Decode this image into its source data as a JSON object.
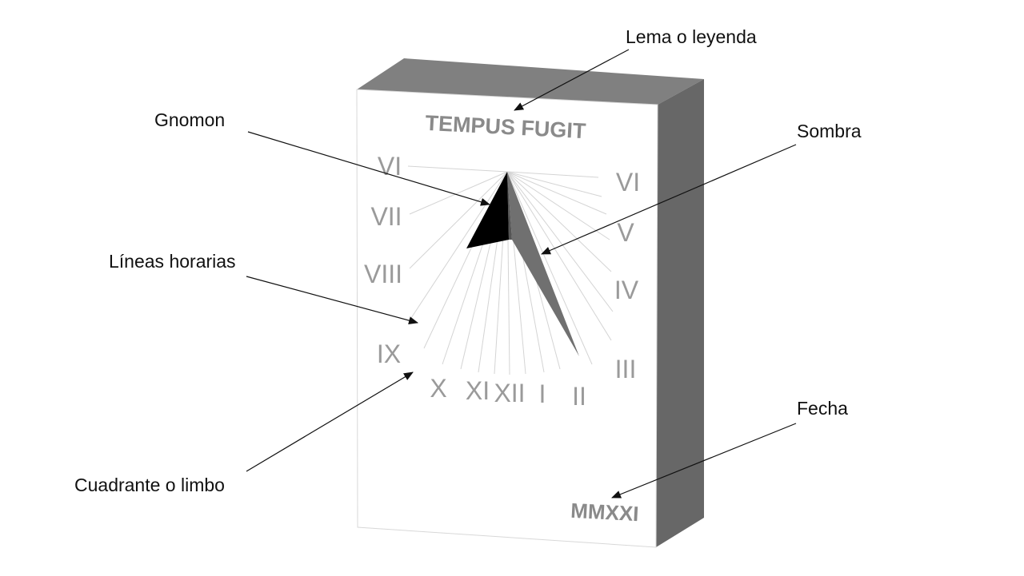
{
  "diagram": {
    "callouts": {
      "motto": "Lema o leyenda",
      "gnomon": "Gnomon",
      "shadow": "Sombra",
      "hour_lines": "Líneas horarias",
      "dial": "Cuadrante o limbo",
      "date": "Fecha"
    },
    "dial_face": {
      "motto_text": "TEMPUS FUGIT",
      "date_text": "MMXXI",
      "numerals_left": [
        "VI",
        "VII",
        "VIII",
        "IX"
      ],
      "numerals_bottom": [
        "X",
        "XI",
        "XII",
        "I",
        "II"
      ],
      "numerals_right": [
        "VI",
        "V",
        "IV",
        "III"
      ]
    },
    "colors": {
      "top_face": "#808080",
      "side_face": "#676767",
      "gnomon": "#000000",
      "shadow": "#707070",
      "numerals": "#9a9a9a"
    }
  }
}
